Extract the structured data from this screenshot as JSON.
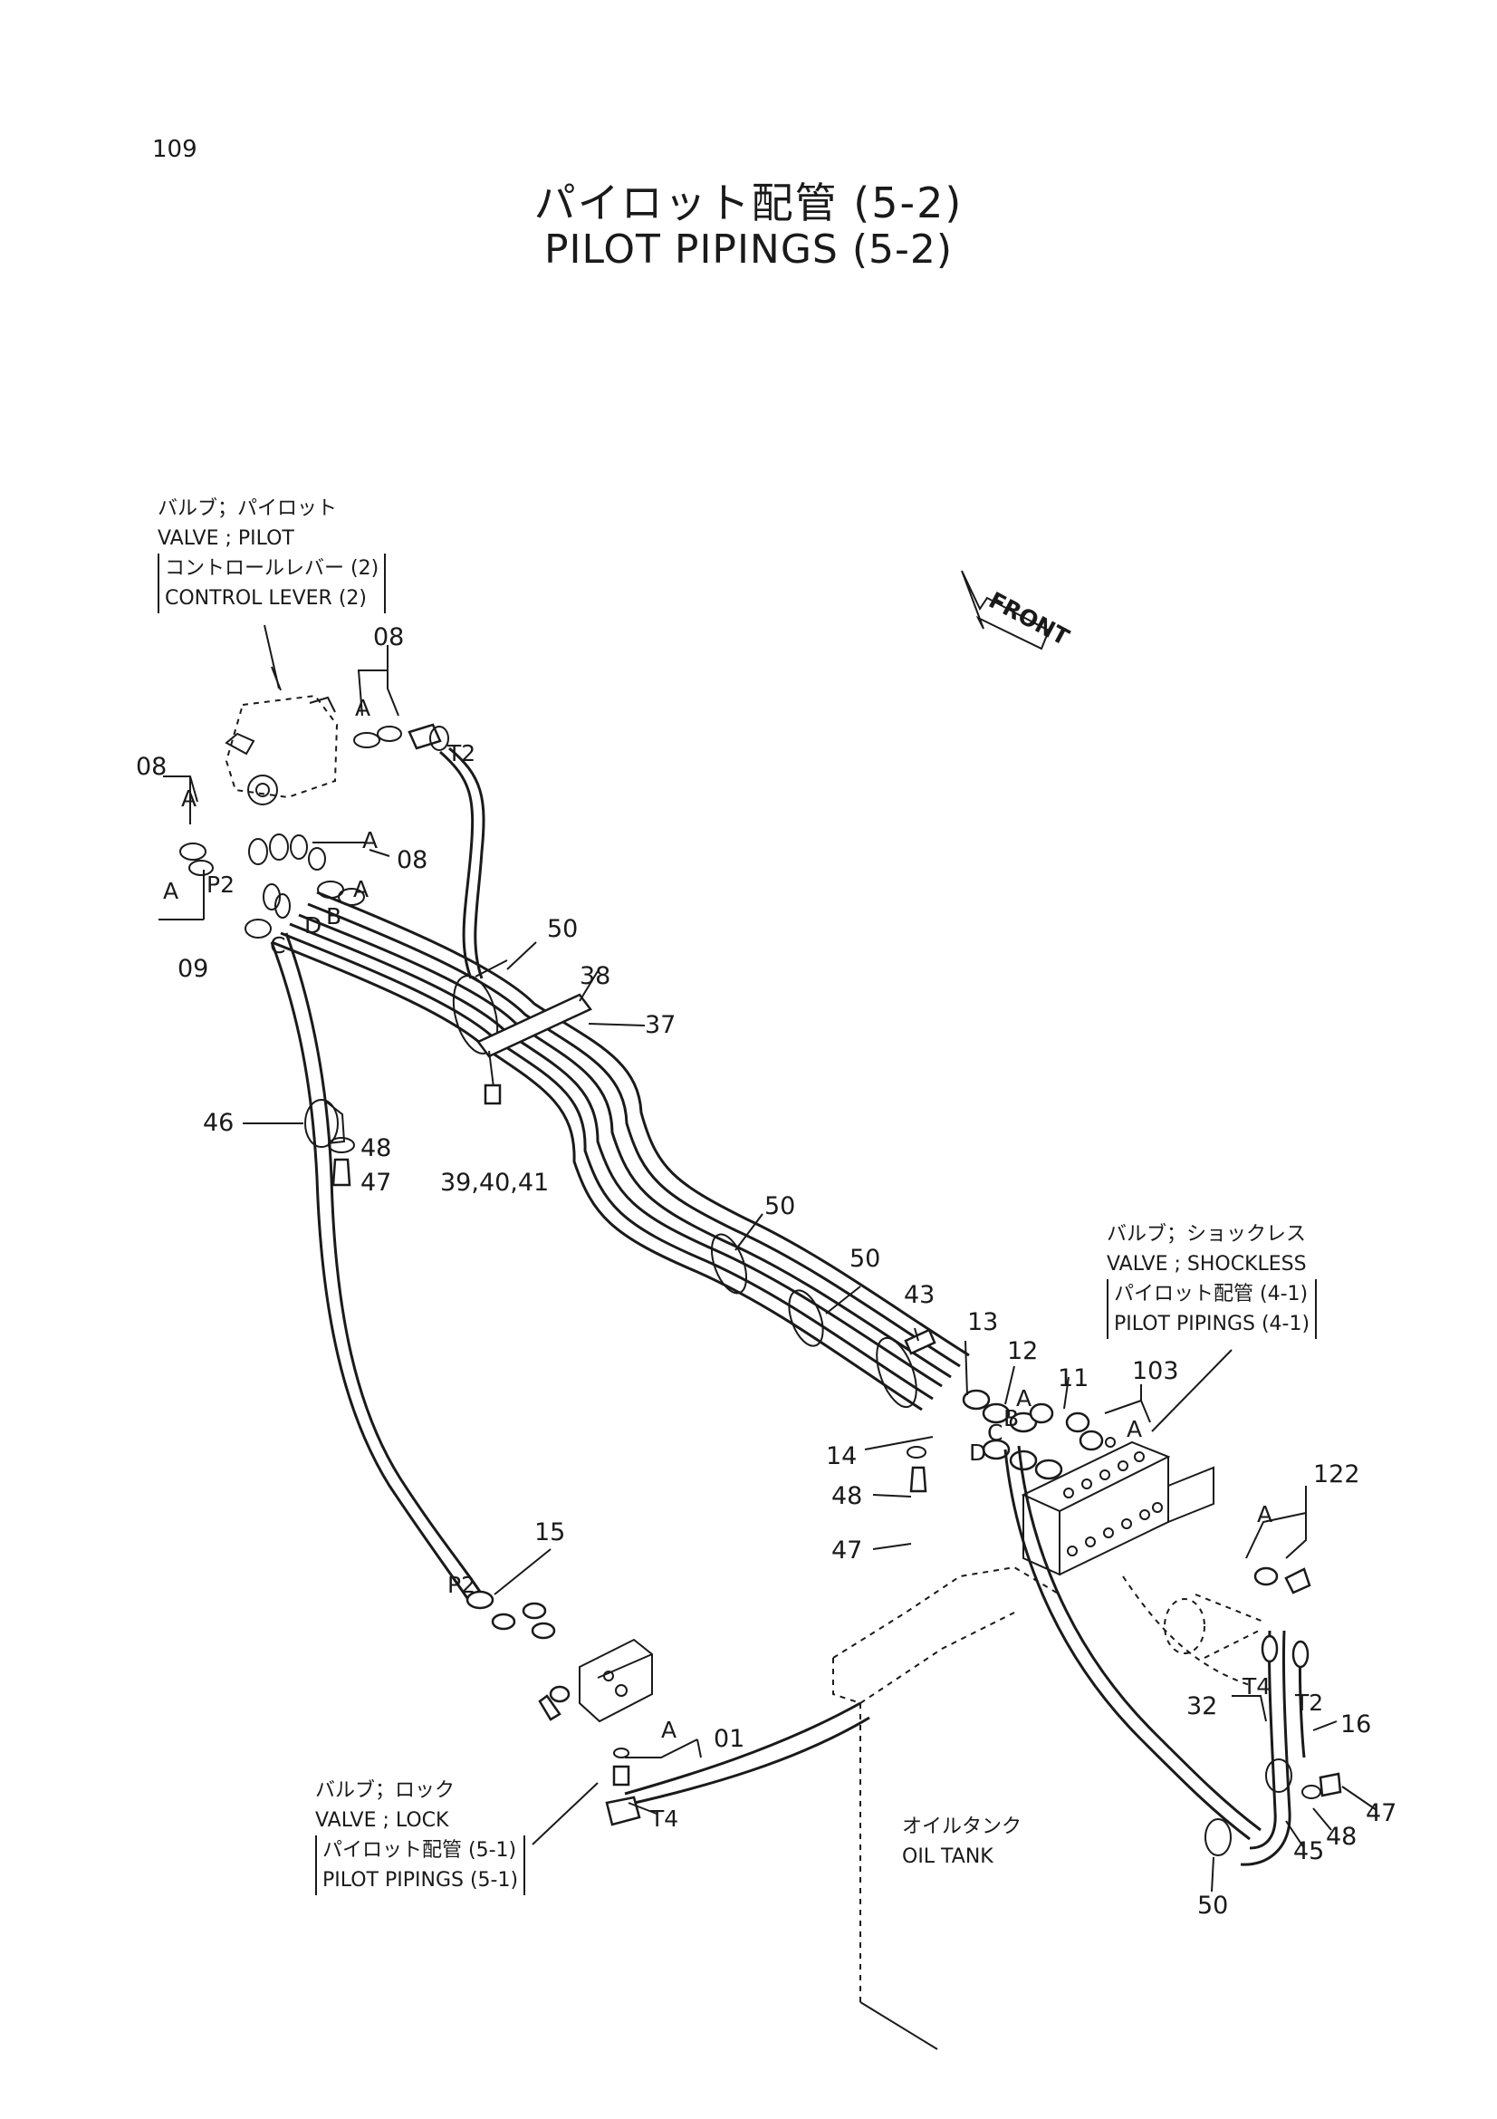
{
  "page": {
    "number": "109"
  },
  "title": {
    "jp": "パイロット配管 (5-2)",
    "en": "PILOT PIPINGS (5-2)"
  },
  "front_label": "FRONT",
  "callouts": {
    "pilot_valve": {
      "line1": "バルブ；パイロット",
      "line2": "VALVE ; PILOT",
      "line3": "コントロールレバー (2)",
      "line4": "CONTROL LEVER (2)"
    },
    "shockless_valve": {
      "line1": "バルブ；ショックレス",
      "line2": "VALVE ; SHOCKLESS",
      "line3": "パイロット配管 (4-1)",
      "line4": "PILOT PIPINGS (4-1)"
    },
    "lock_valve": {
      "line1": "バルブ；ロック",
      "line2": "VALVE ; LOCK",
      "line3": "パイロット配管 (5-1)",
      "line4": "PILOT PIPINGS (5-1)"
    },
    "oil_tank": {
      "line1": "オイルタンク",
      "line2": "OIL TANK"
    }
  },
  "part_numbers": {
    "p08_top": "08",
    "p08_left": "08",
    "p08_right": "08",
    "p09": "09",
    "p50_a": "50",
    "p38": "38",
    "p37": "37",
    "p39_40_41": "39,40,41",
    "p46": "46",
    "p48_left": "48",
    "p47_left": "47",
    "p50_b": "50",
    "p50_c": "50",
    "p43": "43",
    "p13": "13",
    "p12": "12",
    "p11": "11",
    "p103": "103",
    "p14": "14",
    "p48_mid": "48",
    "p47_mid": "47",
    "p15": "15",
    "p122": "122",
    "p32": "32",
    "p16": "16",
    "p47_right": "47",
    "p48_right": "48",
    "p45": "45",
    "p50_d": "50",
    "p01": "01"
  },
  "port_labels": {
    "t2_top": "T2",
    "a_top": "A",
    "a_left": "A",
    "a_left2": "A",
    "a_right": "A",
    "p2_top": "P2",
    "a_hose": "A",
    "b_hose": "B",
    "d_hose": "D",
    "c_hose": "C",
    "a_valve": "A",
    "b_valve": "B",
    "c_valve": "C",
    "d_valve": "D",
    "a_103": "A",
    "p2_lock": "P2",
    "a_lock": "A",
    "t4_lock": "T4",
    "a_122": "A",
    "t4_right": "T4",
    "t2_right": "T2"
  }
}
